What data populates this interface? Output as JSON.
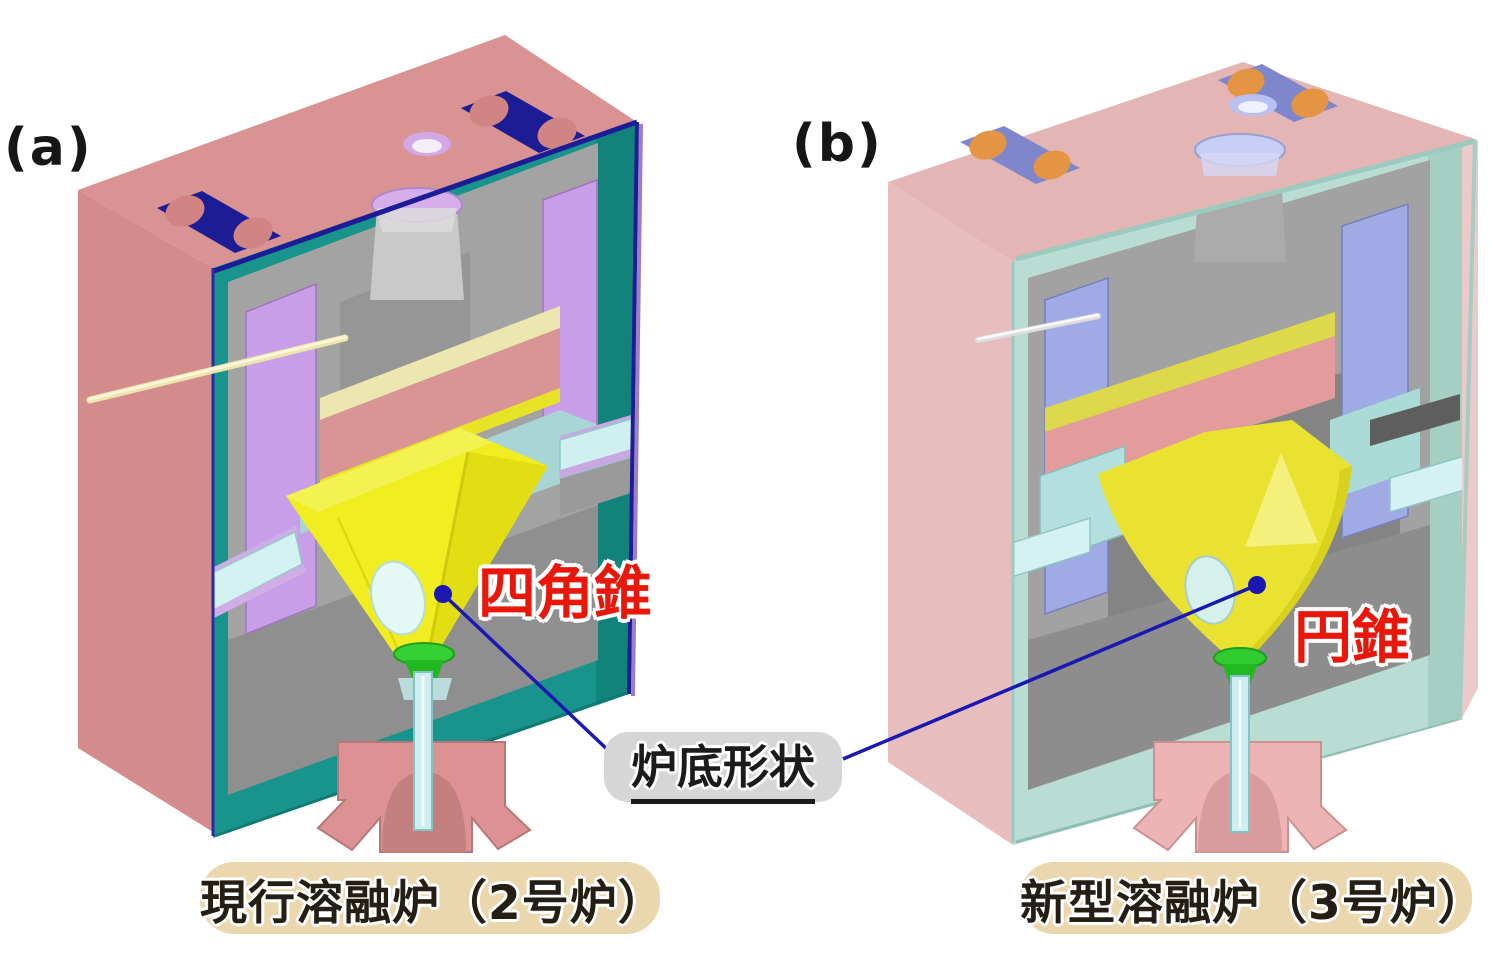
{
  "figure": {
    "panel_a": {
      "marker": "(a)",
      "bottom_shape_label": "四角錐",
      "caption": "現行溶融炉（2号炉）"
    },
    "panel_b": {
      "marker": "(b)",
      "bottom_shape_label": "円錐",
      "caption": "新型溶融炉（3号炉）"
    },
    "connector_label": "炉底形状"
  },
  "colors": {
    "shape_label_red": "#e9170a",
    "annotation_blue": "#1b18b2",
    "connector_box_bg": "#d6d6d6",
    "caption_box_bg": "#ead7ae",
    "caption_text": "#241e14",
    "furnace_a_shell_pink": "#d99393",
    "furnace_a_lining_teal": "#18948c",
    "furnace_a_port_plate_navy": "#1c1c94",
    "furnace_a_panel_purple": "#c99ee8",
    "furnace_b_shell_pink": "#e3b5b5",
    "furnace_b_lining_mint": "#b9ddd3",
    "furnace_b_panel_periwinkle": "#a0aae4",
    "funnel_yellow": "#f0ee20",
    "outlet_green": "#34d034",
    "melt_salmon": "#d99494",
    "pipe_cyan": "#d4f2f2"
  }
}
